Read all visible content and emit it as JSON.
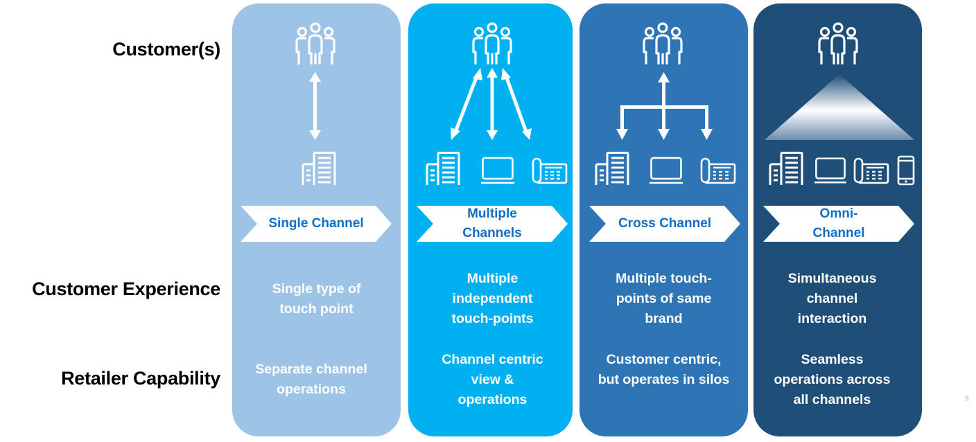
{
  "row_labels": {
    "customers": "Customer(s)",
    "experience": "Customer Experience",
    "capability": "Retailer Capability"
  },
  "columns": [
    {
      "id": "single",
      "color": "#9dc3e6",
      "banner": "Single Channel",
      "experience": "Single type of touch point",
      "capability": "Separate channel operations",
      "connector": "single-double-arrow",
      "channels": [
        "store"
      ]
    },
    {
      "id": "multiple",
      "color": "#00b0f0",
      "banner": "Multiple Channels",
      "experience": "Multiple independent touch-points",
      "capability": "Channel centric view & operations",
      "connector": "three-independent-double-arrows",
      "channels": [
        "store",
        "laptop",
        "phone"
      ]
    },
    {
      "id": "cross",
      "color": "#2e75b6",
      "banner": "Cross Channel",
      "experience": "Multiple touch-points of same brand",
      "capability": "Customer centric, but operates in silos",
      "connector": "branching-arrow",
      "channels": [
        "store",
        "laptop",
        "phone"
      ]
    },
    {
      "id": "omni",
      "color": "#1f4e79",
      "banner": "Omni-Channel",
      "experience": "Simultaneous channel interaction",
      "capability": "Seamless operations across all channels",
      "connector": "gradient-triangle",
      "channels": [
        "store",
        "laptop",
        "phone",
        "mobile"
      ]
    }
  ],
  "colors": {
    "banner_text": "#0f6fc6",
    "banner_fill": "#ffffff",
    "description_text": "#ffffff"
  },
  "page_number": "5"
}
